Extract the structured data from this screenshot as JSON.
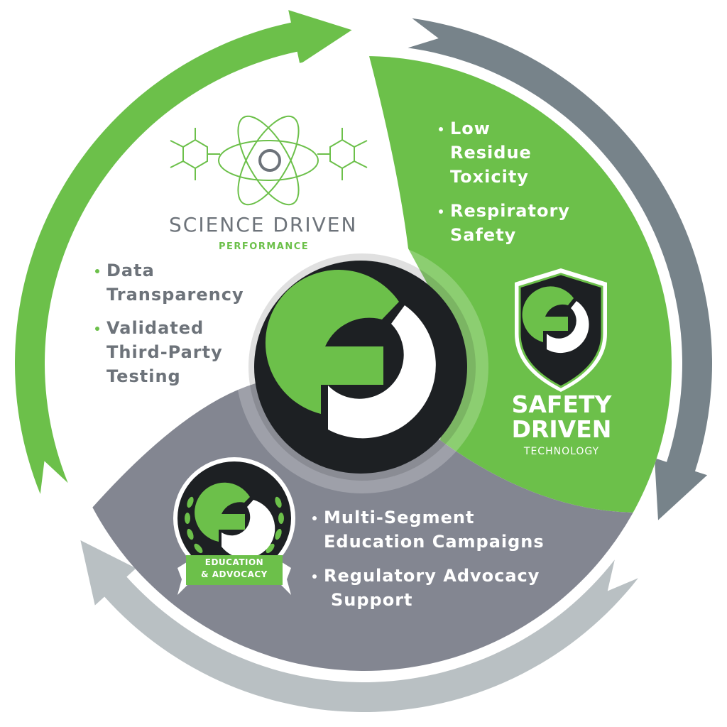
{
  "colors": {
    "green": "#6cc04a",
    "dark_gray": "#77838a",
    "light_gray": "#b9c0c3",
    "sector_gray": "#838691",
    "black": "#1d2023",
    "text_gray": "#6d737a"
  },
  "science": {
    "title": "SCIENCE DRIVEN",
    "subtitle": "PERFORMANCE",
    "bullets": [
      {
        "lines": [
          "Data",
          "Transparency"
        ]
      },
      {
        "lines": [
          "Validated",
          "Third-Party",
          "Testing"
        ]
      }
    ]
  },
  "safety": {
    "title_1": "SAFETY",
    "title_2": "DRIVEN",
    "subtitle": "TECHNOLOGY",
    "bullets": [
      {
        "lines": [
          "Low",
          "Residue",
          "Toxicity"
        ]
      },
      {
        "lines": [
          "Respiratory",
          "Safety"
        ]
      }
    ]
  },
  "education": {
    "badge_line_1": "EDUCATION",
    "badge_line_2": "& ADVOCACY",
    "bullets": [
      {
        "lines": [
          "Multi-Segment",
          "Education Campaigns"
        ]
      },
      {
        "lines": [
          "Regulatory Advocacy",
          "Support"
        ]
      }
    ]
  }
}
